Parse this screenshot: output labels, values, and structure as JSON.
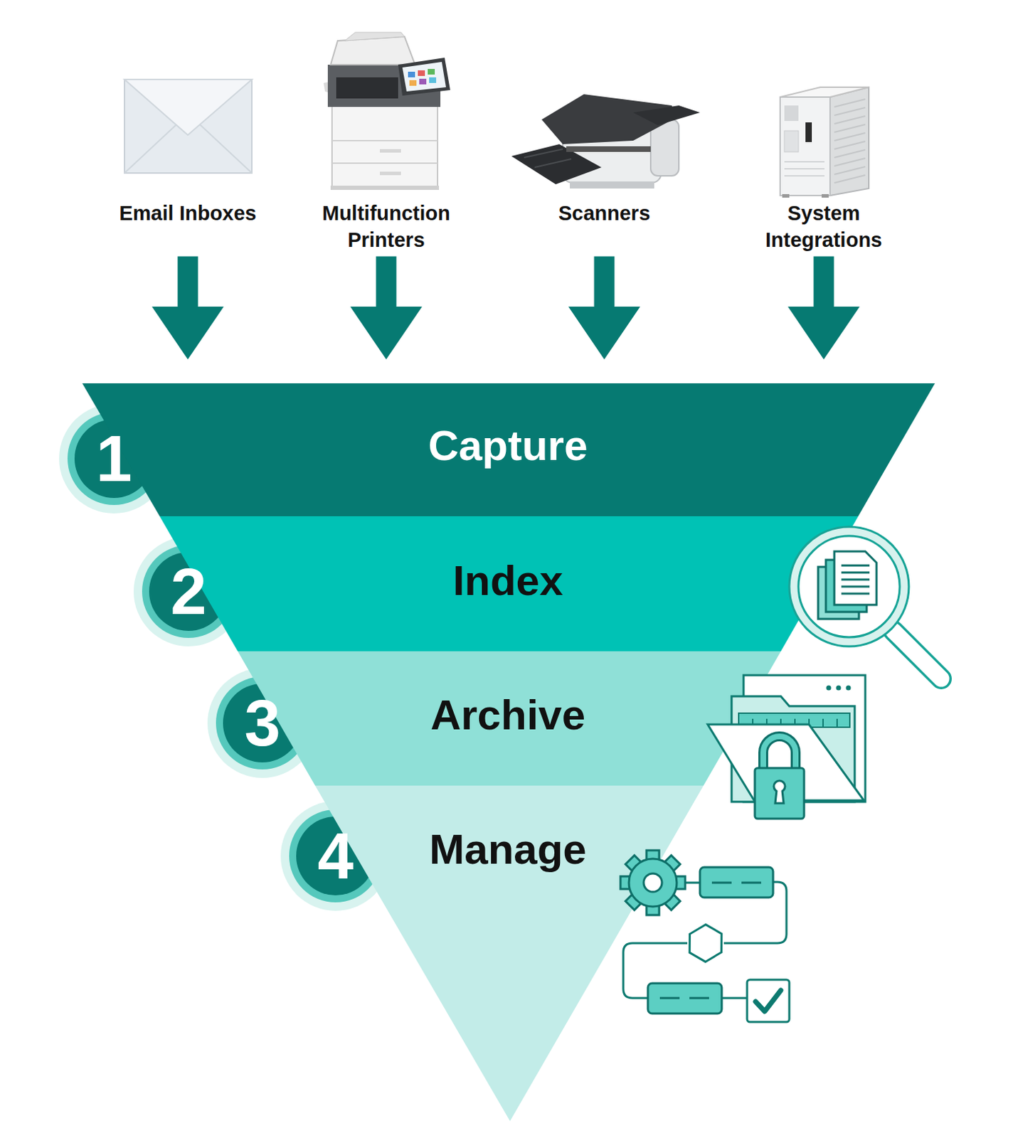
{
  "diagram": {
    "nodes": [
      {
        "text": [
          "Email Inboxes"
        ]
      },
      {
        "text": [
          "Multifunction Printers"
        ]
      },
      {
        "text": [
          "Scanners"
        ]
      },
      {
        "text": [
          "System Integrations"
        ]
      },
      {
        "text": [
          "1"
        ]
      },
      {
        "text": [
          "Capture"
        ]
      },
      {
        "text": [
          "2"
        ]
      },
      {
        "text": [
          "Index"
        ]
      },
      {
        "text": [
          "3"
        ]
      },
      {
        "text": [
          "Archive"
        ]
      },
      {
        "text": [
          "4"
        ]
      },
      {
        "text": [
          "Manage"
        ]
      }
    ],
    "edges": [
      {
        "from": 0,
        "to": 5,
        "arrow": "to"
      },
      {
        "from": 1,
        "to": 5,
        "arrow": "to"
      },
      {
        "from": 2,
        "to": 5,
        "arrow": "to"
      },
      {
        "from": 3,
        "to": 5,
        "arrow": "to"
      }
    ]
  }
}
